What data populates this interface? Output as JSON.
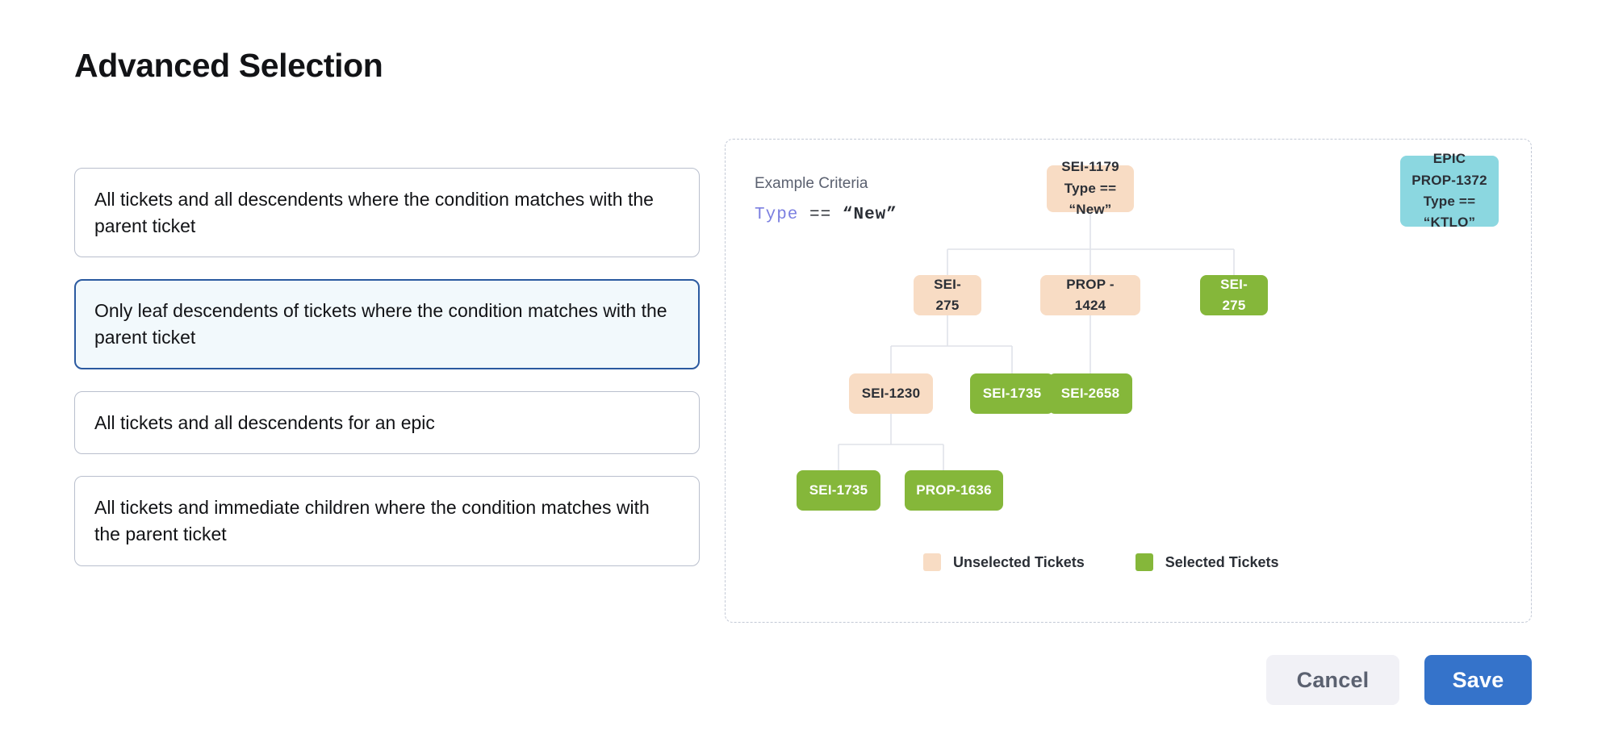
{
  "page": {
    "title": "Advanced Selection"
  },
  "options": [
    {
      "label": "All tickets and all descendents where the condition matches with the parent ticket",
      "selected": false
    },
    {
      "label": "Only leaf descendents of tickets where the condition matches with the parent ticket",
      "selected": true
    },
    {
      "label": "All tickets and all descendents for an epic",
      "selected": false
    },
    {
      "label": "All tickets and immediate children where the condition matches with the parent ticket",
      "selected": false
    }
  ],
  "diagram": {
    "criteria_label": "Example Criteria",
    "criteria": {
      "field": "Type",
      "operator": "==",
      "value": "“New”"
    },
    "nodes": [
      {
        "id": "sei-1179",
        "title": "SEI-1179",
        "sub": "Type == “New”",
        "state": "unselected"
      },
      {
        "id": "epic-prop-1372",
        "title": "EPIC",
        "sub": "PROP-1372",
        "sub2": "Type == “KTLO”",
        "state": "epic"
      },
      {
        "id": "sei-275-a",
        "title": "SEI-275",
        "state": "unselected"
      },
      {
        "id": "prop-1424",
        "title": "PROP - 1424",
        "state": "unselected"
      },
      {
        "id": "sei-275-b",
        "title": "SEI-275",
        "state": "selected"
      },
      {
        "id": "sei-1230",
        "title": "SEI-1230",
        "state": "unselected"
      },
      {
        "id": "sei-1735-a",
        "title": "SEI-1735",
        "state": "selected"
      },
      {
        "id": "sei-2658",
        "title": "SEI-2658",
        "state": "selected"
      },
      {
        "id": "sei-1735-b",
        "title": "SEI-1735",
        "state": "selected"
      },
      {
        "id": "prop-1636",
        "title": "PROP-1636",
        "state": "selected"
      }
    ],
    "legend": [
      {
        "label": "Unselected Tickets",
        "color": "#f8dcc4"
      },
      {
        "label": "Selected Tickets",
        "color": "#85b73a"
      }
    ]
  },
  "footer": {
    "cancel_label": "Cancel",
    "save_label": "Save"
  },
  "colors": {
    "accent": "#3573ca",
    "selected_node": "#85b73a",
    "unselected_node": "#f8dcc4",
    "epic_node": "#8bd7e0",
    "selected_card_border": "#2b5aa0",
    "selected_card_bg": "#f2f9fc"
  }
}
